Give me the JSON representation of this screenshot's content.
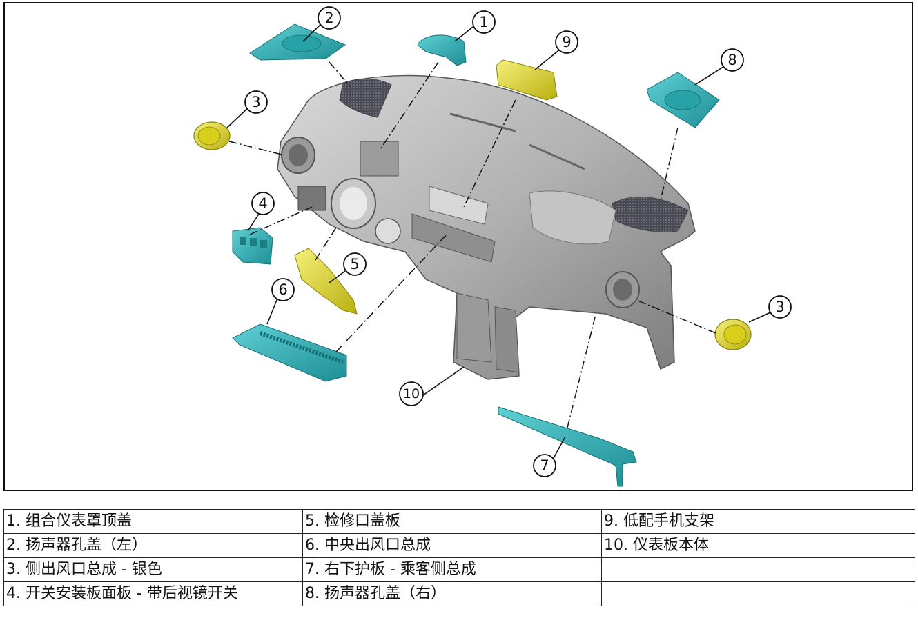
{
  "callouts": [
    "1",
    "2",
    "3",
    "3",
    "4",
    "5",
    "6",
    "7",
    "8",
    "9",
    "10"
  ],
  "legend": [
    [
      "1. 组合仪表罩顶盖",
      "5. 检修口盖板",
      "9. 低配手机支架"
    ],
    [
      "2. 扬声器孔盖（左）",
      "6. 中央出风口总成",
      "10. 仪表板本体"
    ],
    [
      "3. 侧出风口总成 - 银色",
      "7. 右下护板 - 乘客侧总成",
      ""
    ],
    [
      "4. 开关安装板面板 - 带后视镜开关",
      "8. 扬声器孔盖（右）",
      ""
    ]
  ],
  "colors": {
    "teal_part": "#2fb3b8",
    "yellow_part": "#e6de2e",
    "dashboard_gray": "#a8a8a8"
  }
}
